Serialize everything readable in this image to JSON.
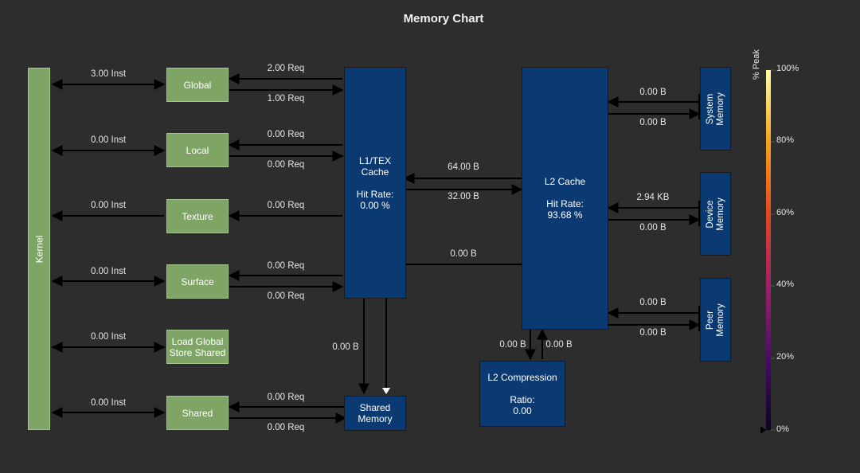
{
  "title": "Memory Chart",
  "nodes": {
    "kernel": "Kernel",
    "global": "Global",
    "local": "Local",
    "texture": "Texture",
    "surface": "Surface",
    "load_global_store_shared_line1": "Load Global",
    "load_global_store_shared_line2": "Store Shared",
    "shared": "Shared",
    "l1_name_line1": "L1/TEX",
    "l1_name_line2": "Cache",
    "l1_hit_label": "Hit Rate:",
    "l1_hit_value": "0.00 %",
    "shared_memory_line1": "Shared",
    "shared_memory_line2": "Memory",
    "l2_name": "L2 Cache",
    "l2_hit_label": "Hit Rate:",
    "l2_hit_value": "93.68 %",
    "l2_comp_name": "L2 Compression",
    "l2_comp_ratio_label": "Ratio:",
    "l2_comp_ratio_value": "0.00",
    "system_memory_line1": "System",
    "system_memory_line2": "Memory",
    "device_memory_line1": "Device",
    "device_memory_line2": "Memory",
    "peer_memory_line1": "Peer",
    "peer_memory_line2": "Memory"
  },
  "links": {
    "kernel_global": "3.00 Inst",
    "kernel_local": "0.00 Inst",
    "kernel_texture": "0.00 Inst",
    "kernel_surface": "0.00 Inst",
    "kernel_lgss": "0.00 Inst",
    "kernel_shared": "0.00 Inst",
    "global_l1_top": "2.00 Req",
    "global_l1_bottom": "1.00 Req",
    "local_l1_top": "0.00 Req",
    "local_l1_bottom": "0.00 Req",
    "texture_l1": "0.00 Req",
    "surface_l1_top": "0.00 Req",
    "surface_l1_bottom": "0.00 Req",
    "shared_sm_top": "0.00 Req",
    "shared_sm_bottom": "0.00 Req",
    "l1_l2_top": "64.00 B",
    "l1_l2_bottom": "32.00 B",
    "l2_sm": "0.00 B",
    "l1_sm": "0.00 B",
    "l2_comp_down": "0.00 B",
    "l2_comp_up": "0.00 B",
    "l2_system_top": "0.00 B",
    "l2_system_bottom": "0.00 B",
    "l2_device_top": "2.94 KB",
    "l2_device_bottom": "0.00 B",
    "l2_peer_top": "0.00 B",
    "l2_peer_bottom": "0.00 B"
  },
  "colorbar": {
    "title": "% Peak",
    "ticks": [
      "100%",
      "80%",
      "60%",
      "40%",
      "20%",
      "0%"
    ]
  }
}
